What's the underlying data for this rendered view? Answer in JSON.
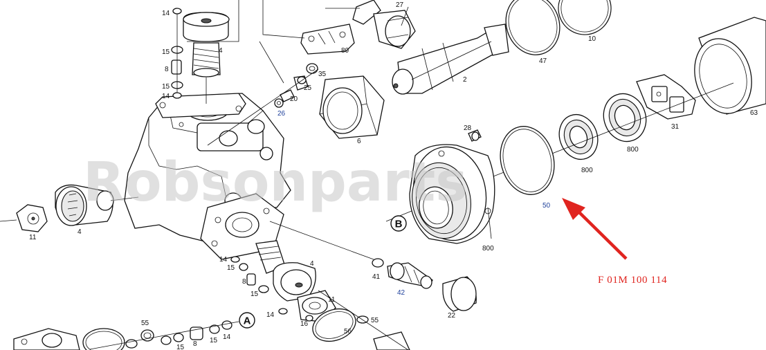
{
  "watermark": "Robsonparts",
  "part_number": "F 01M 100 114",
  "callouts": {
    "A": "A",
    "B": "B"
  },
  "labels": {
    "n14_top": "14",
    "n15_top": "15",
    "n8_top": "8",
    "n15b_top": "15",
    "n14b_top": "14",
    "n4_top": "4",
    "n27": "27",
    "n80": "80",
    "n35": "35",
    "n25": "25",
    "n20": "20",
    "n26": "26",
    "n6": "6",
    "n2": "2",
    "n47": "47",
    "n10": "10",
    "n63": "63",
    "n31": "31",
    "n800_a": "800",
    "n800_b": "800",
    "n800_c": "800",
    "n28": "28",
    "n50": "50",
    "n11_left": "11",
    "n4_left": "4",
    "n14_mid": "14",
    "n15_mid": "15",
    "n8_mid": "8",
    "n15_mid2": "15",
    "n4_mid": "4",
    "n11_mid": "11",
    "n41": "41",
    "n42": "42",
    "n22": "22",
    "n14_low": "14",
    "n16": "16",
    "n56": "56",
    "n55_right": "55",
    "n55_left": "55",
    "n15_bot": "15",
    "n8_bot": "8",
    "n15_bot2": "15",
    "n14_bot": "14"
  },
  "colors": {
    "arrow": "#e0241f",
    "part_number_text": "#e0241f",
    "blue_labels": "#1d3f9a",
    "watermark": "#c7c7c7"
  }
}
